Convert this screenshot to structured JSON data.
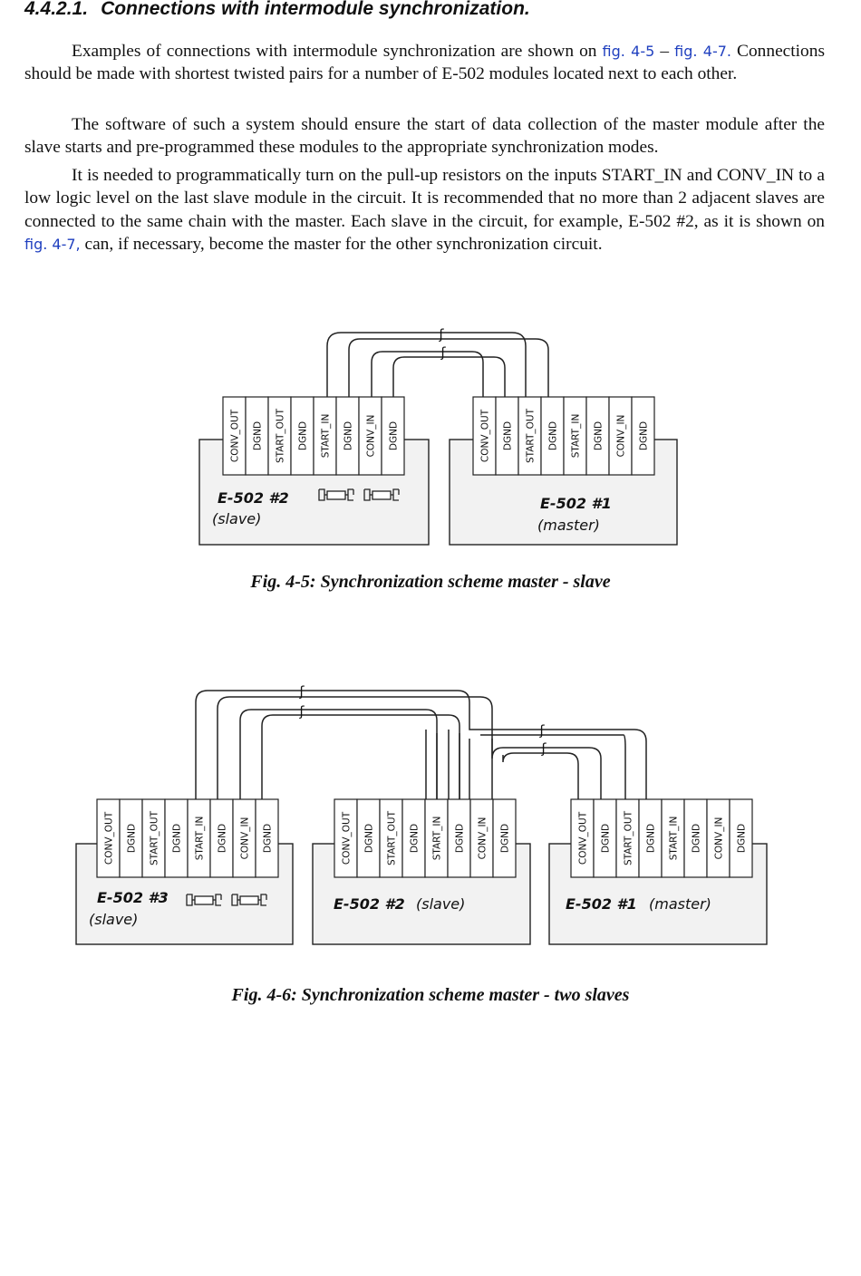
{
  "section": {
    "number": "4.4.2.1.",
    "title": "Connections with intermodule synchronization."
  },
  "paragraphs": [
    {
      "parts": [
        {
          "t": "Examples of connections with intermodule synchronization are shown on "
        },
        {
          "t": "fig. 4-5",
          "link": true
        },
        {
          "t": " – "
        },
        {
          "t": "fig. 4-7.",
          "link": true
        },
        {
          "t": " Connections should be made with shortest twisted pairs for a number of E-502 modules located next to each other."
        }
      ]
    },
    {
      "parts": [
        {
          "t": "The software of such a system should ensure the start of data collection of the master module after the slave starts and pre-programmed these modules to the appropriate synchronization modes."
        }
      ]
    },
    {
      "parts": [
        {
          "t": "It is needed to programmatically turn on the pull-up resistors on the inputs START_IN and CONV_IN to a low logic level on the last slave module in the circuit. It is recommended that no more than 2 adjacent slaves are connected to the same chain with the master. Each slave in the circuit, for example, E-502 #2, as it is shown on "
        },
        {
          "t": "fig. 4-7,",
          "link": true
        },
        {
          "t": " can, if necessary, become the master for the other synchronization circuit."
        }
      ]
    }
  ],
  "pins": [
    "CONV_OUT",
    "DGND",
    "START_OUT",
    "DGND",
    "START_IN",
    "DGND",
    "CONV_IN",
    "DGND"
  ],
  "figure1": {
    "caption": "Fig. 4-5: Synchronization scheme master - slave",
    "modules": [
      {
        "name": "E-502  #2",
        "role": "(slave)"
      },
      {
        "name": "E-502  #1",
        "role": "(master)"
      }
    ]
  },
  "figure2": {
    "caption": "Fig. 4-6: Synchronization scheme master - two slaves",
    "modules": [
      {
        "name": "E-502  #3",
        "role": "(slave)"
      },
      {
        "name": "E-502  #2",
        "role": "(slave)"
      },
      {
        "name": "E-502  #1",
        "role": "(master)"
      }
    ]
  },
  "colors": {
    "link": "#1f3fbf",
    "module_fill": "#f2f2f2"
  }
}
